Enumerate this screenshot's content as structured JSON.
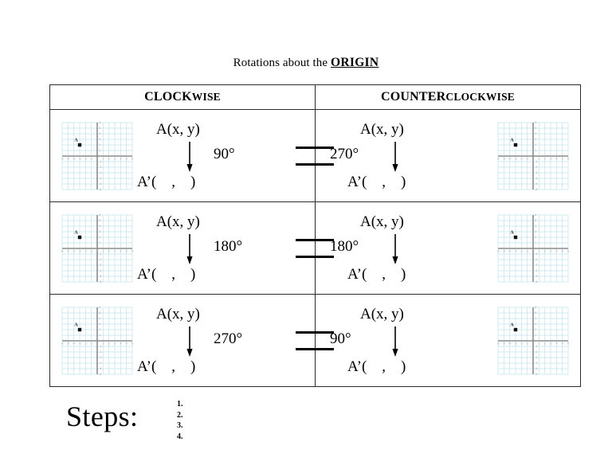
{
  "title": {
    "prefix": "Rotations about the ",
    "emphasis": "ORIGIN"
  },
  "table": {
    "headers": [
      {
        "strong": "CLOCK",
        "rest": "WISE"
      },
      {
        "strong": "COUNTER",
        "rest": "CLOCKWISE"
      }
    ],
    "rows": [
      {
        "clockwise": {
          "source": "A(x, y)",
          "image": "A’(    ,    )",
          "degrees": "90°"
        },
        "counterclockwise": {
          "source": "A(x, y)",
          "image": "A’(    ,    )",
          "degrees": "270°"
        }
      },
      {
        "clockwise": {
          "source": "A(x, y)",
          "image": "A’(    ,    )",
          "degrees": "180°"
        },
        "counterclockwise": {
          "source": "A(x, y)",
          "image": "A’(    ,    )",
          "degrees": "180°"
        }
      },
      {
        "clockwise": {
          "source": "A(x, y)",
          "image": "A’(    ,    )",
          "degrees": "270°"
        },
        "counterclockwise": {
          "source": "A(x, y)",
          "image": "A’(    ,    )",
          "degrees": "90°"
        }
      }
    ]
  },
  "graph": {
    "point_label": "A",
    "point_x": -3,
    "point_y": 2,
    "x_range": [
      -6,
      6
    ],
    "y_range": [
      -6,
      6
    ],
    "grid_color": "#bfe3ee",
    "axis_color": "#8c8c8c",
    "tick_label_color": "#9a9a9a",
    "point_color": "#111111"
  },
  "steps": {
    "label": "Steps:",
    "items": [
      "1.",
      "2.",
      "3.",
      "4."
    ]
  }
}
